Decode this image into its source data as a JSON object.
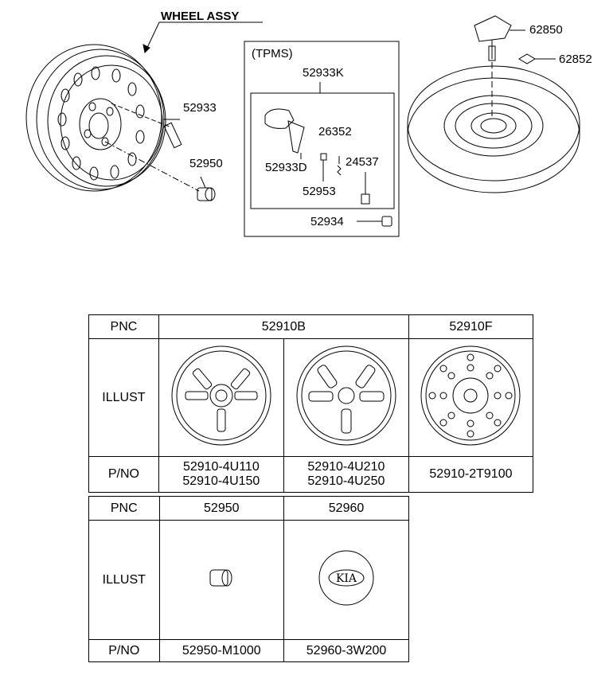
{
  "diagram": {
    "wheel_assy_title": "WHEEL ASSY",
    "tpms_title": "(TPMS)",
    "labels": {
      "p52933": "52933",
      "p52950": "52950",
      "p52933K": "52933K",
      "p26352": "26352",
      "p52933D": "52933D",
      "p24537": "24537",
      "p52953": "52953",
      "p52934": "52934",
      "p62850": "62850",
      "p62852": "62852"
    },
    "kia_logo_text": "KIA"
  },
  "table1": {
    "pnc_header": "PNC",
    "illust_header": "ILLUST",
    "pno_header": "P/NO",
    "col1_pnc": "52910B",
    "col3_pnc": "52910F",
    "col1_pno_line1": "52910-4U110",
    "col1_pno_line2": "52910-4U150",
    "col2_pno_line1": "52910-4U210",
    "col2_pno_line2": "52910-4U250",
    "col3_pno": "52910-2T9100"
  },
  "table2": {
    "pnc_header": "PNC",
    "illust_header": "ILLUST",
    "pno_header": "P/NO",
    "col1_pnc": "52950",
    "col2_pnc": "52960",
    "col1_pno": "52950-M1000",
    "col2_pno": "52960-3W200"
  }
}
